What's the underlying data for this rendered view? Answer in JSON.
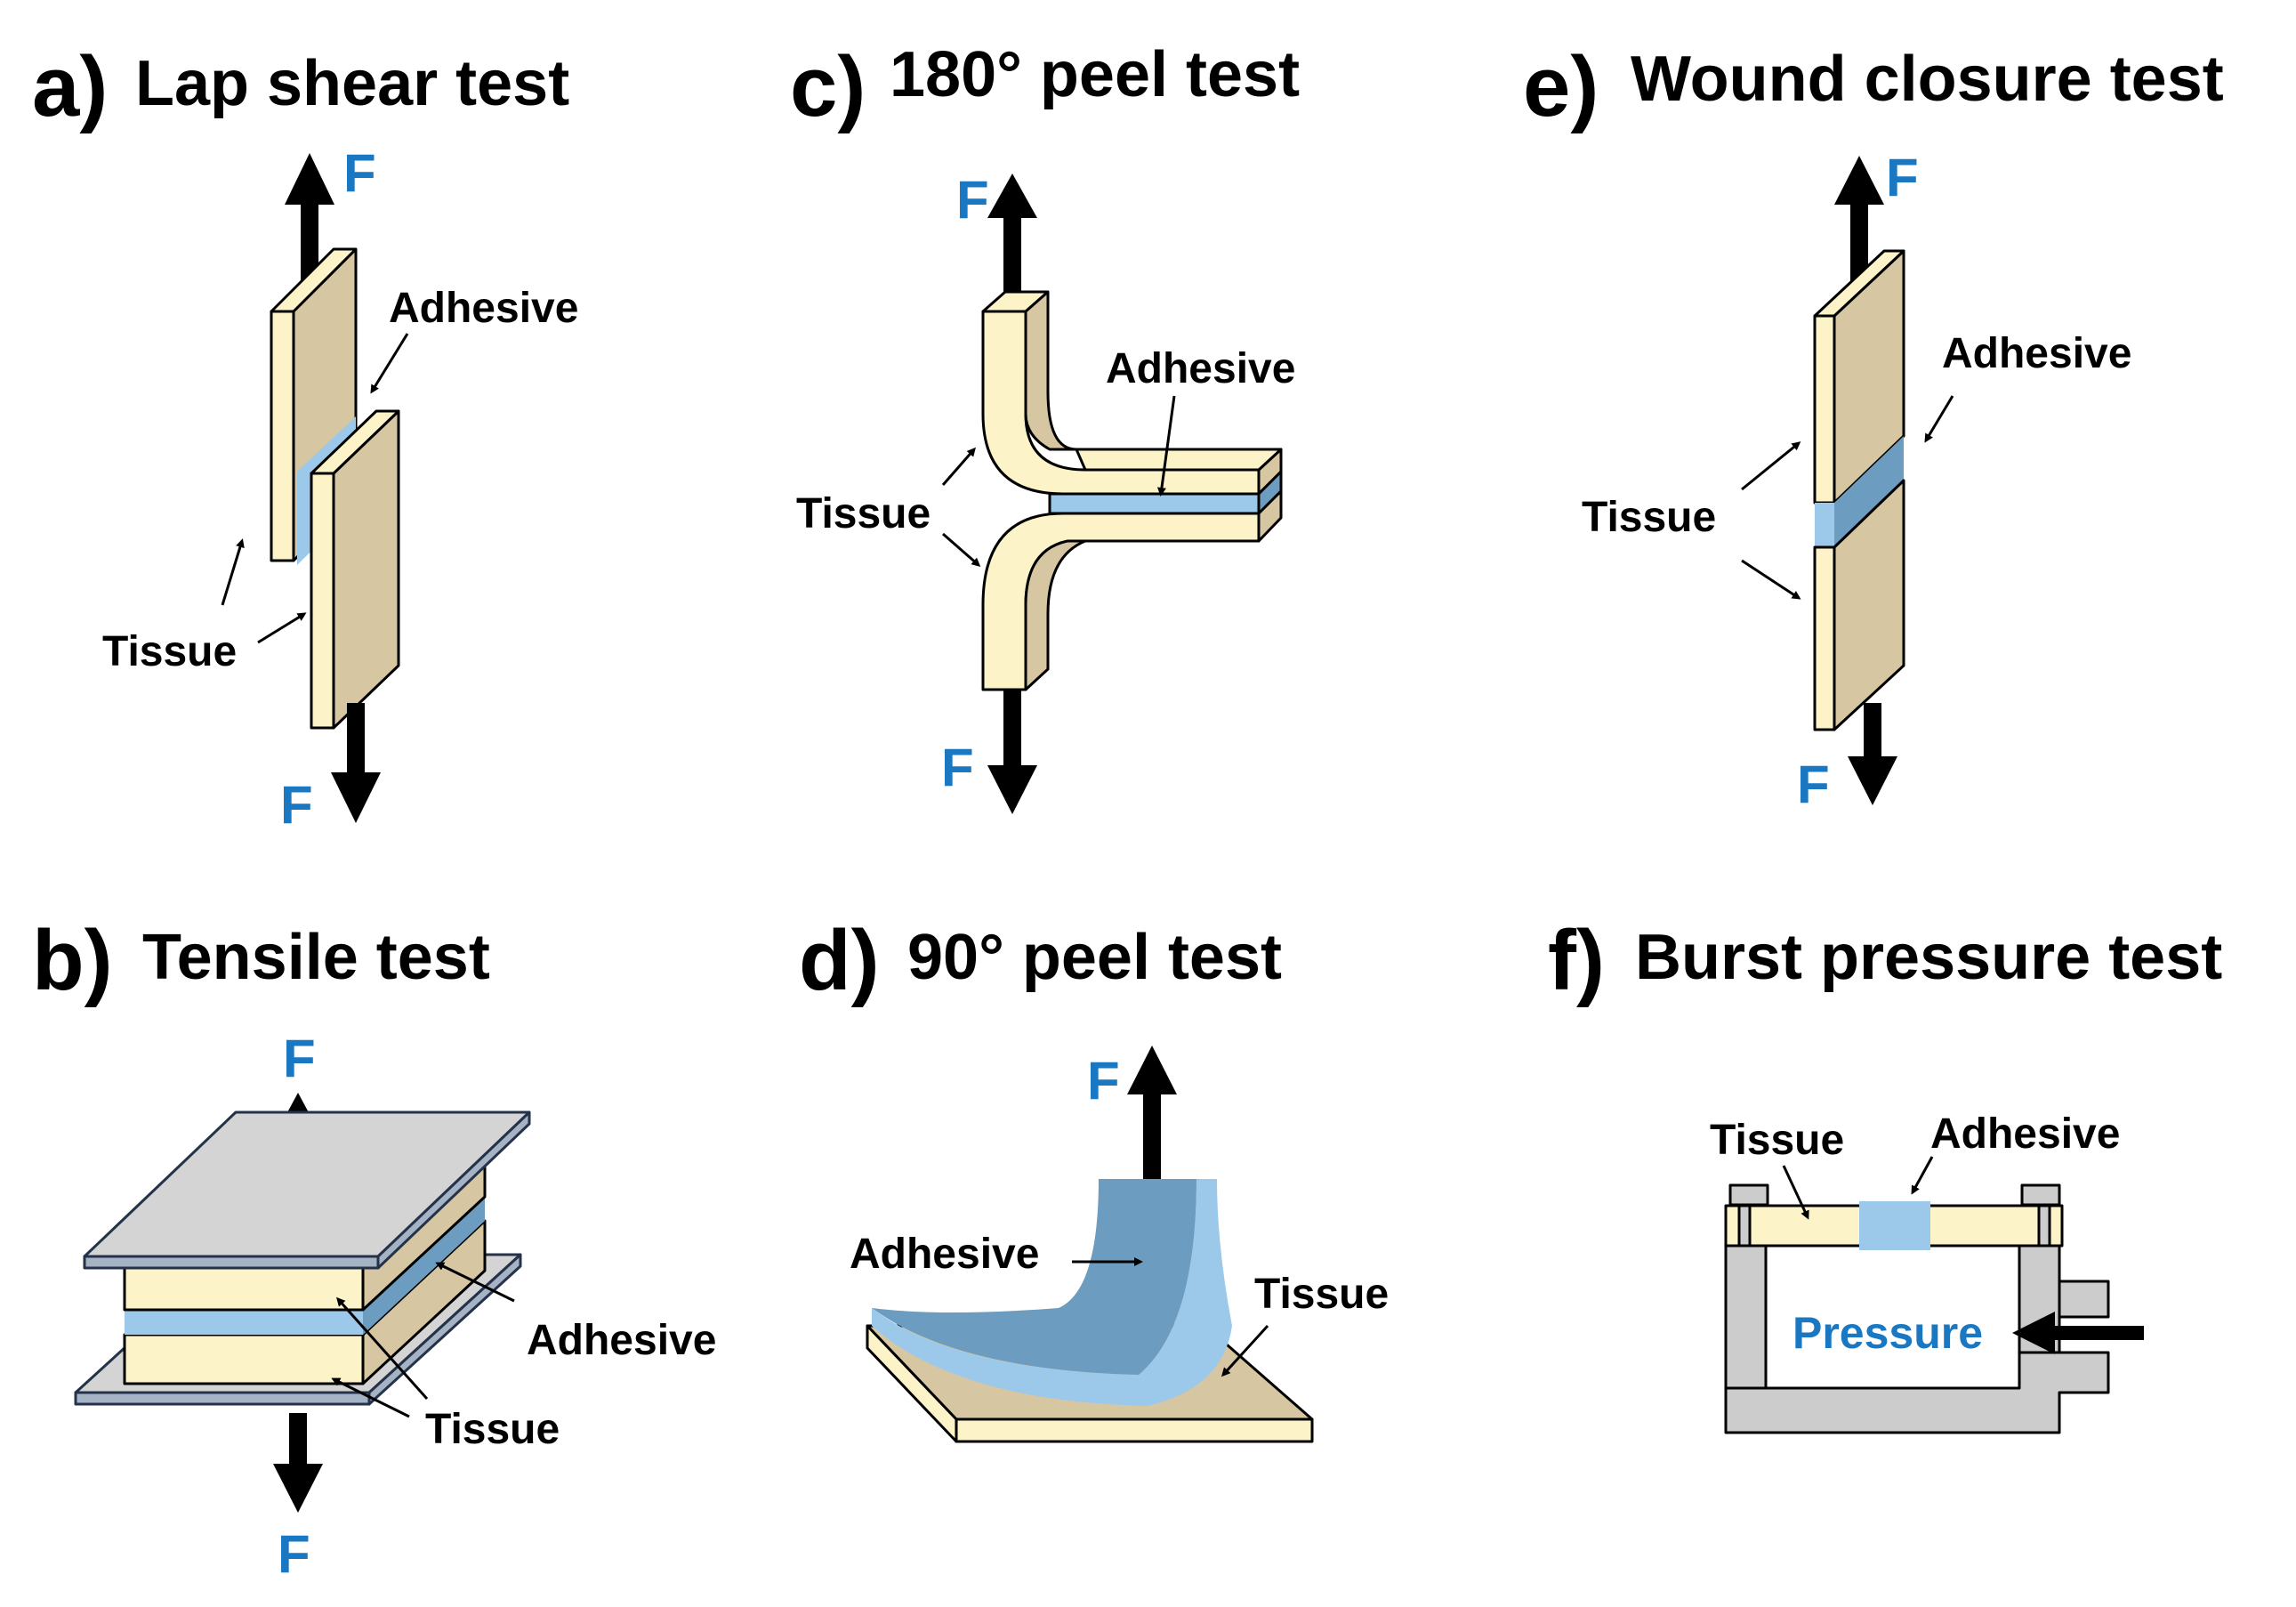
{
  "colors": {
    "force_blue": "#1a78c2",
    "tissue_front": "#fdf3c8",
    "tissue_side": "#d7c6a2",
    "adhesive_light": "#9cc8ea",
    "adhesive_dark": "#6c9cbf",
    "plate_gray": "#d4d4d4",
    "device_gray": "#cccccc"
  },
  "panels": {
    "a": {
      "letter": "a)",
      "title": "Lap shear test",
      "adhesive": "Adhesive",
      "tissue": "Tissue",
      "force": "F"
    },
    "b": {
      "letter": "b)",
      "title": "Tensile test",
      "adhesive": "Adhesive",
      "tissue": "Tissue",
      "force": "F"
    },
    "c": {
      "letter": "c)",
      "title": "180° peel test",
      "adhesive": "Adhesive",
      "tissue": "Tissue",
      "force": "F"
    },
    "d": {
      "letter": "d)",
      "title": "90° peel test",
      "adhesive": "Adhesive",
      "tissue": "Tissue",
      "force": "F"
    },
    "e": {
      "letter": "e)",
      "title": "Wound closure test",
      "adhesive": "Adhesive",
      "tissue": "Tissue",
      "force": "F"
    },
    "f": {
      "letter": "f)",
      "title": "Burst pressure test",
      "adhesive": "Adhesive",
      "tissue": "Tissue",
      "pressure": "Pressure"
    }
  }
}
